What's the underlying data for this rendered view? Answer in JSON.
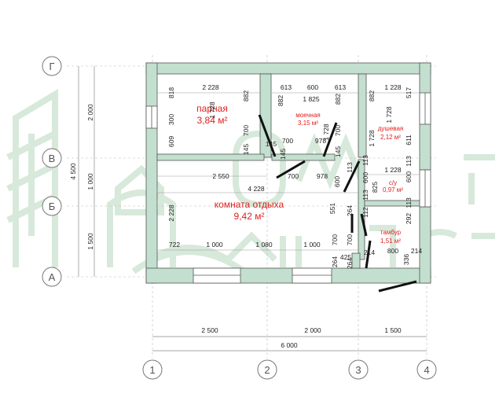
{
  "axes": {
    "letters": [
      "Г",
      "В",
      "Б",
      "А"
    ],
    "numbers": [
      "1",
      "2",
      "3",
      "4"
    ]
  },
  "rooms": {
    "parnaya": {
      "name": "парная",
      "area": "3,84 м²"
    },
    "moechnaya": {
      "name": "моечная",
      "area": "3,15 м²"
    },
    "dushevaya": {
      "name": "душевая",
      "area": "2,12 м²"
    },
    "su": {
      "name": "с/у",
      "area": "0,97 м²"
    },
    "komnata": {
      "name": "комната отдыха",
      "area": "9,42 м²"
    },
    "tambur": {
      "name": "тамбур",
      "area": "1,51 м²"
    }
  },
  "dims": {
    "bottom": [
      "2 500",
      "2 000",
      "1 500"
    ],
    "total_bottom": "6 000",
    "left": [
      "2 000",
      "1 000",
      "1 500"
    ],
    "total_left": "4 500",
    "inner": {
      "d2228a": "2 228",
      "d818": "818",
      "d882a": "882",
      "d1728a": "1 728",
      "d300": "300",
      "d609": "609",
      "d700a": "700",
      "d145a": "145",
      "d613a": "613",
      "d600a": "600",
      "d613b": "613",
      "d1825": "1 825",
      "d882b": "882",
      "d1728b": "1 728",
      "d882c": "882",
      "d1228a": "1 228",
      "d517": "517",
      "d882d": "882",
      "d1728c": "1 728",
      "d611": "611",
      "d145b": "145",
      "d700b": "700",
      "d978a": "978",
      "d145c": "145",
      "d700c": "700",
      "d145d": "145",
      "d1728d": "1 728",
      "d2550": "2 550",
      "d700d": "700",
      "d978b": "978",
      "d4228": "4 228",
      "d600b": "600",
      "d113a": "113",
      "d600c": "600",
      "d113b": "113",
      "d1228b": "1 228",
      "d600d": "600",
      "d113c": "113",
      "d825": "825",
      "d113d": "113",
      "d2228b": "2 228",
      "d551": "551",
      "d264a": "264",
      "d112": "112",
      "d292": "292",
      "d113e": "113",
      "d722": "722",
      "d1000a": "1 000",
      "d1080": "1 080",
      "d1000b": "1 000",
      "d700e": "700",
      "d264b": "264",
      "d425": "425",
      "d700f": "700",
      "d264c": "264",
      "d214a": "214",
      "d800": "800",
      "d336": "336",
      "d214b": "214"
    }
  },
  "colors": {
    "wall": "#c3dfcf",
    "wall_edge": "#555555",
    "accent": "#e0201e",
    "watermark": "#cde3d1"
  }
}
